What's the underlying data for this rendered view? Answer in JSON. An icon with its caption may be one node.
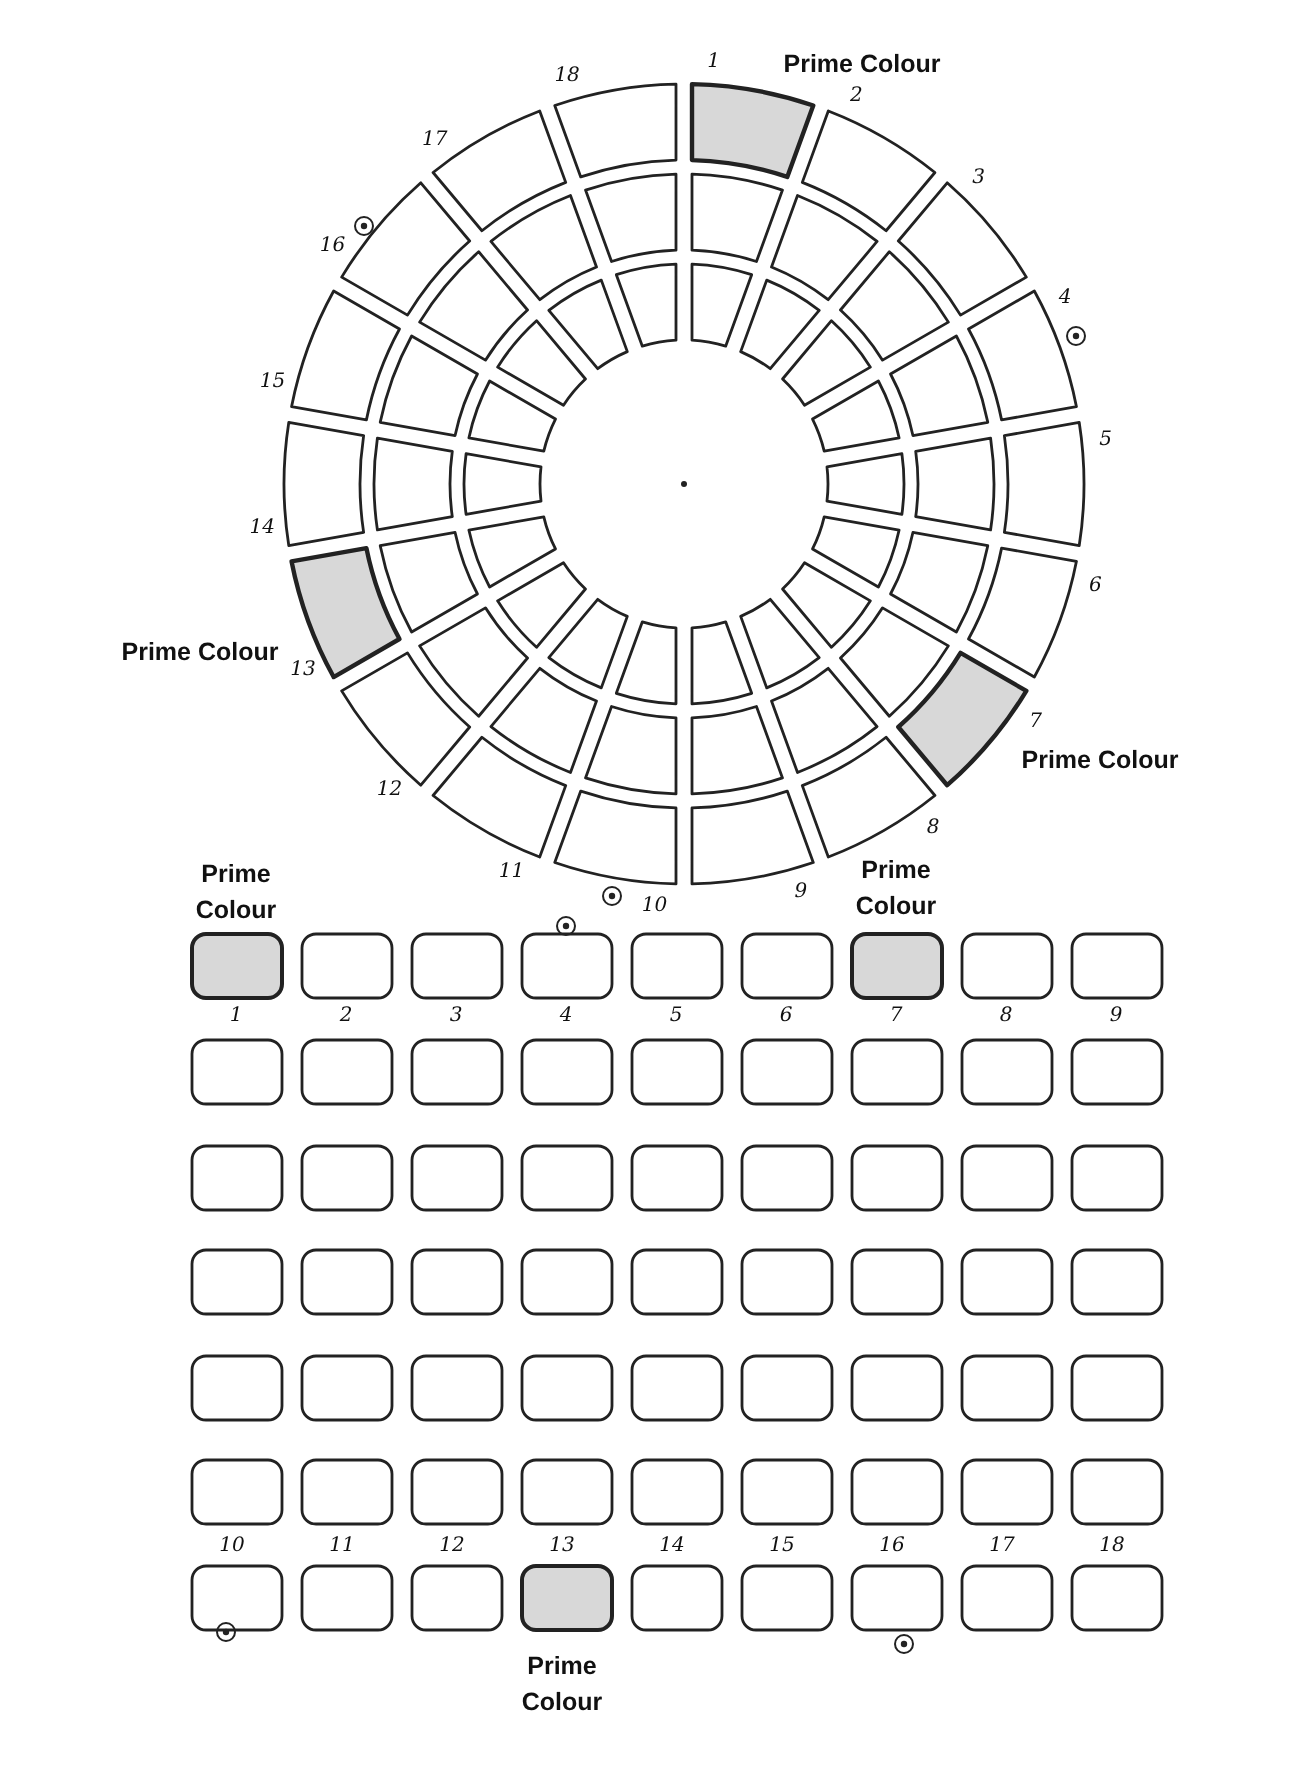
{
  "diagram": {
    "labels": [
      "1",
      "2",
      "3",
      "4",
      "5",
      "6",
      "7",
      "8",
      "9",
      "10",
      "11",
      "12",
      "13",
      "14",
      "15",
      "16",
      "17",
      "18",
      "Prime Colour",
      "Prime Colour",
      "Prime Colour",
      "Prime Colour",
      "Prime Colour",
      "1",
      "2",
      "3",
      "4",
      "5",
      "6",
      "7",
      "8",
      "9",
      "10",
      "11",
      "12",
      "13",
      "14",
      "15",
      "16",
      "17",
      "18",
      "Prime Colour"
    ]
  }
}
